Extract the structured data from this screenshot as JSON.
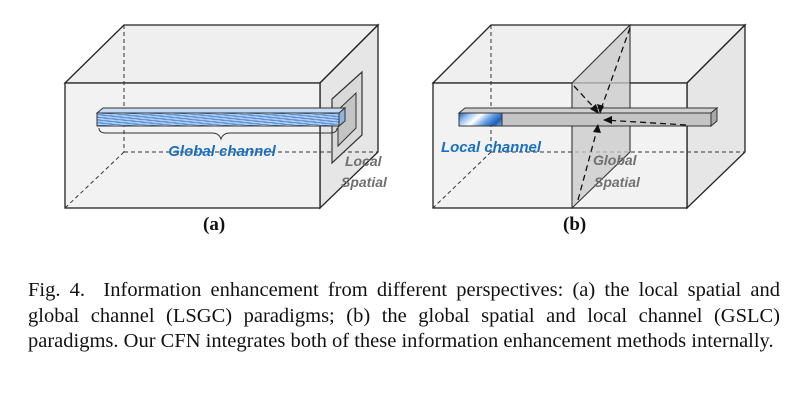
{
  "panels": [
    {
      "label": "(a)",
      "channel_text": "Global channel",
      "spatial_text_line1": "Local",
      "spatial_text_line2": "Spatial"
    },
    {
      "label": "(b)",
      "channel_text": "Local channel",
      "spatial_text_line1": "Global",
      "spatial_text_line2": "Spatial"
    }
  ],
  "colors": {
    "channel_label_blue": "#1b6fc0",
    "spatial_label_gray": "#707070",
    "box_fill": "#f2f2f2"
  },
  "caption": "Fig. 4.  Information enhancement from different perspectives: (a) the local spatial and global channel (LSGC) paradigms; (b) the global spatial and local channel (GSLC) paradigms. Our CFN integrates both of these information enhancement methods internally."
}
